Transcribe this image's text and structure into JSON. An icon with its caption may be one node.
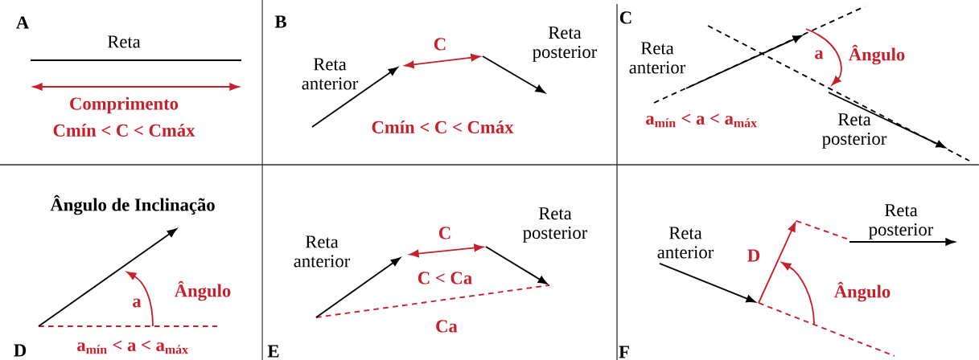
{
  "diagram": {
    "labels": [
      "A",
      "Reta",
      "Comprimento",
      "Cmín < C < Cmáx",
      "B",
      "Reta anterior",
      "C",
      "Reta posterior",
      "Cmín < C < Cmáx",
      "C",
      "Reta anterior",
      "a",
      "Ângulo",
      "a$_{mín}$ < a < a$_{máx}$",
      "Reta posterior",
      "Ângulo de Inclinação",
      "Ângulo",
      "a",
      "D",
      "a$_{mín}$ < a < a$_{máx}$",
      "E",
      "Reta anterior",
      "C",
      "Reta posterior",
      "C < Ca",
      "Ca",
      "F",
      "Reta anterior",
      "Reta posterior",
      "D",
      "Ângulo"
    ]
  }
}
